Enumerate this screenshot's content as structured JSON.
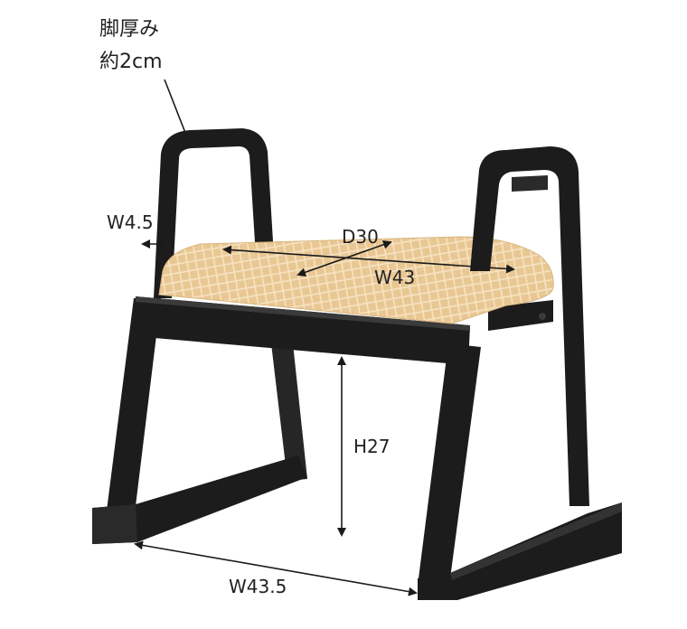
{
  "labels": {
    "leg_thickness_title": "脚厚み",
    "leg_thickness_value": "約2cm",
    "leg_width": "W4.5",
    "seat_depth": "D30",
    "seat_width": "W43",
    "height": "H27",
    "base_width": "W43.5"
  },
  "colors": {
    "frame": "#1c1c1c",
    "frame_highlight": "#3a3a3a",
    "seat_fabric": "#e9c793",
    "seat_pattern": "#f6e3c2",
    "arrow": "#1a1a1a",
    "text": "#222222",
    "background": "#ffffff"
  }
}
